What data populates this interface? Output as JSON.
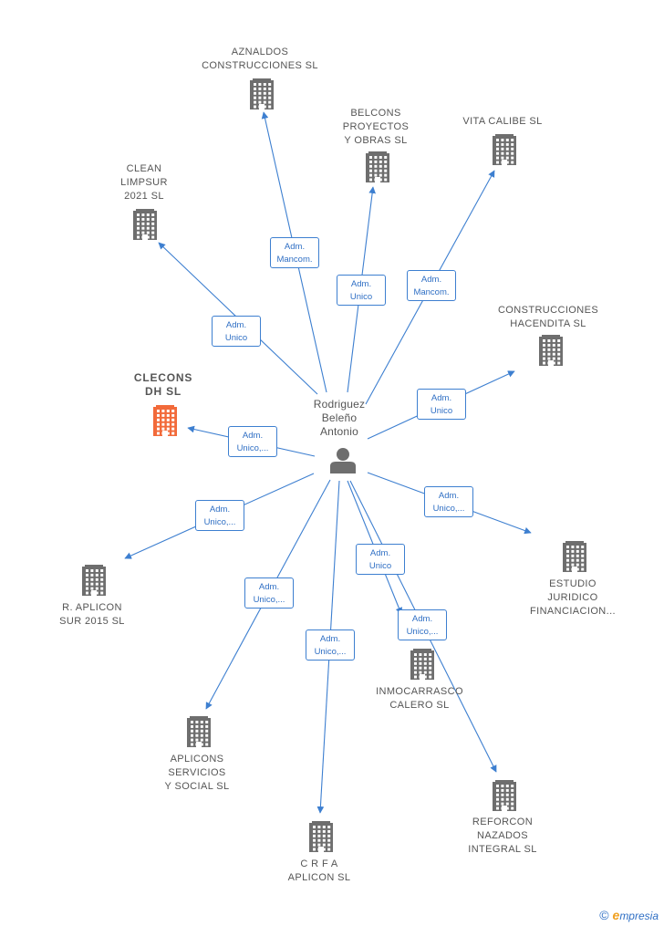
{
  "diagram": {
    "person": {
      "name_lines": [
        "Rodriguez",
        "Beleño",
        "Antonio"
      ],
      "icon": "person-icon"
    },
    "companies": [
      {
        "id": "aznaldos",
        "lines": [
          "AZNALDOS",
          "CONSTRUCCIONES SL"
        ],
        "focus": false,
        "icon": "building-icon"
      },
      {
        "id": "belcons",
        "lines": [
          "BELCONS",
          "PROYECTOS",
          "Y OBRAS  SL"
        ],
        "focus": false,
        "icon": "building-icon"
      },
      {
        "id": "vita-calibe",
        "lines": [
          "VITA CALIBE SL"
        ],
        "focus": false,
        "icon": "building-icon"
      },
      {
        "id": "clean-limpsur",
        "lines": [
          "CLEAN",
          "LIMPSUR",
          "2021  SL"
        ],
        "focus": false,
        "icon": "building-icon"
      },
      {
        "id": "construcciones-hacendita",
        "lines": [
          "CONSTRUCCIONES",
          "HACENDITA SL"
        ],
        "focus": false,
        "icon": "building-icon"
      },
      {
        "id": "clecons-dh",
        "lines": [
          "CLECONS",
          "DH  SL"
        ],
        "focus": true,
        "icon": "building-icon"
      },
      {
        "id": "estudio-juridico",
        "lines": [
          "ESTUDIO",
          "JURIDICO",
          "FINANCIACION..."
        ],
        "focus": false,
        "icon": "building-icon"
      },
      {
        "id": "r-aplicon-sur",
        "lines": [
          "R.  APLICON",
          "SUR 2015  SL"
        ],
        "focus": false,
        "icon": "building-icon"
      },
      {
        "id": "inmocarrasco",
        "lines": [
          "INMOCARRASCO",
          "CALERO SL"
        ],
        "focus": false,
        "icon": "building-icon"
      },
      {
        "id": "aplicons-servicios",
        "lines": [
          "APLICONS",
          "SERVICIOS",
          "Y SOCIAL  SL"
        ],
        "focus": false,
        "icon": "building-icon"
      },
      {
        "id": "reforcon",
        "lines": [
          "REFORCON",
          "NAZADOS",
          "INTEGRAL  SL"
        ],
        "focus": false,
        "icon": "building-icon"
      },
      {
        "id": "crfa-aplicon",
        "lines": [
          "C R F A",
          "APLICON  SL"
        ],
        "focus": false,
        "icon": "building-icon"
      }
    ],
    "edges": [
      {
        "to": "aznaldos",
        "label_lines": [
          "Adm.",
          "Mancom."
        ]
      },
      {
        "to": "belcons",
        "label_lines": [
          "Adm.",
          "Unico"
        ]
      },
      {
        "to": "vita-calibe",
        "label_lines": [
          "Adm.",
          "Mancom."
        ]
      },
      {
        "to": "clean-limpsur",
        "label_lines": [
          "Adm.",
          "Unico"
        ]
      },
      {
        "to": "construcciones-hacendita",
        "label_lines": [
          "Adm.",
          "Unico"
        ]
      },
      {
        "to": "clecons-dh",
        "label_lines": [
          "Adm.",
          "Unico,..."
        ]
      },
      {
        "to": "estudio-juridico",
        "label_lines": [
          "Adm.",
          "Unico,..."
        ]
      },
      {
        "to": "r-aplicon-sur",
        "label_lines": [
          "Adm.",
          "Unico,..."
        ]
      },
      {
        "to": "inmocarrasco",
        "label_lines": [
          "Adm.",
          "Unico"
        ]
      },
      {
        "to": "aplicons-servicios",
        "label_lines": [
          "Adm.",
          "Unico,..."
        ]
      },
      {
        "to": "reforcon",
        "label_lines": [
          "Adm.",
          "Unico,..."
        ]
      },
      {
        "to": "crfa-aplicon",
        "label_lines": [
          "Adm.",
          "Unico,..."
        ]
      }
    ],
    "colors": {
      "edge": "#3d7fd0",
      "building": "#6e6e6e",
      "focus_building": "#f26a3a",
      "person": "#6e6e6e"
    }
  },
  "footer": {
    "copyright_symbol": "©",
    "brand_initial": "e",
    "brand_rest": "mpresia"
  }
}
